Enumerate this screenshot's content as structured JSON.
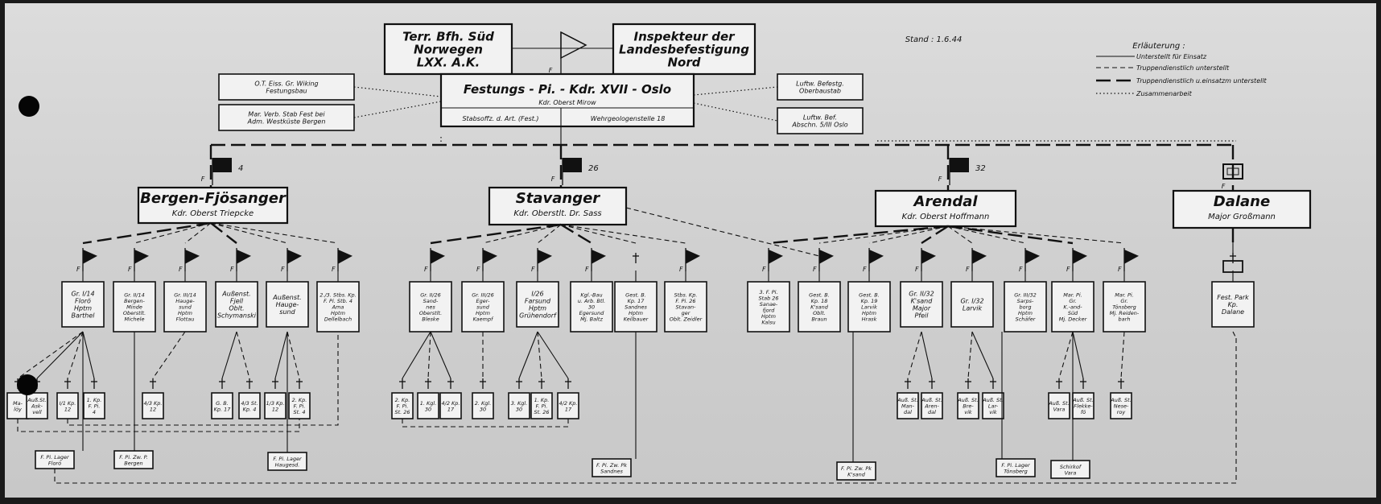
{
  "stand": "Stand : 1.6.44",
  "legend": {
    "title": "Erläuterung :",
    "items": [
      "Unterstellt für Einsatz",
      "Truppendienstlich unterstellt",
      "Truppendienstlich u.einsatzm unterstellt",
      "Zusammenarbeit"
    ]
  },
  "top": {
    "left": [
      "Terr. Bfh. Süd",
      "Norwegen",
      "LXX. A.K."
    ],
    "right": [
      "Inspekteur der",
      "Landesbefestigung",
      "Nord"
    ],
    "f": "F",
    "main": [
      "Festungs - Pi. - Kdr. XVII - Oslo",
      "Kdr. Oberst Mirow"
    ],
    "stabs": "Stabsoffz. d. Art. (Fest.)",
    "wehr": "Wehrgeologenstelle 18",
    "side_left": [
      [
        "O.T. Eiss. Gr. Wiking",
        "Festungsbau"
      ],
      [
        "Mar. Verb. Stab Fest bei",
        "Adm. Westküste Bergen"
      ]
    ],
    "side_right": [
      [
        "Luftw. Befestg.",
        "Oberbaustab"
      ],
      [
        "Luftw. Bef.",
        "Abschn. 5/III Oslo"
      ]
    ]
  },
  "sectors": [
    {
      "name": "Bergen-Fjösanger",
      "cmd": "Kdr. Oberst Triepcke",
      "num": "4",
      "f": "F"
    },
    {
      "name": "Stavanger",
      "cmd": "Kdr. Oberstlt. Dr. Sass",
      "num": "26",
      "f": "F"
    },
    {
      "name": "Arendal",
      "cmd": "Kdr. Oberst Hoffmann",
      "num": "32",
      "f": "F"
    },
    {
      "name": "Dalane",
      "cmd": "Major Großmann",
      "num": "",
      "f": "F"
    }
  ],
  "units": [
    [
      "Gr. I/14",
      "Florö",
      "Hptm",
      "Barthel"
    ],
    [
      "Gr. II/14",
      "Bergen-",
      "Minde",
      "Oberstlt.",
      "Michele"
    ],
    [
      "Gr. III/14",
      "Hauge-",
      "sund",
      "Hptm",
      "Flottau"
    ],
    [
      "Außenst.",
      "Fjell",
      "Oblt.",
      "Schymanski"
    ],
    [
      "Außenst.",
      "Hauge-",
      "sund"
    ],
    [
      "2./3. Stbs. Kp.",
      "F. Pi. Stb. 4",
      "Ama",
      "Hptm",
      "Dellelbach"
    ],
    [
      "Gr. II/26",
      "Sand-",
      "nes",
      "Oberstlt.",
      "Bleske"
    ],
    [
      "Gr. III/26",
      "Eger-",
      "sund",
      "Hptm",
      "Kaempf"
    ],
    [
      "I/26",
      "Farsund",
      "Hptm",
      "Grühendorf"
    ],
    [
      "Kgl.-Bau",
      "u. Arb. Btl.",
      "30",
      "Egersund",
      "Mj. Baltz"
    ],
    [
      "Gest. B.",
      "Kp. 17",
      "Sandnes",
      "Hptm",
      "Keilbauer"
    ],
    [
      "Stbs. Kp.",
      "F. Pi. 26",
      "Stavan-",
      "ger",
      "Oblt. Zeidler"
    ],
    [
      "3. F. Pi.",
      "Stab 26",
      "Sanae-",
      "fjord",
      "Hptm",
      "Kalsu"
    ],
    [
      "Gest. B.",
      "Kp. 18",
      "K'sand",
      "Oblt.",
      "Braun"
    ],
    [
      "Gest. B.",
      "Kp. 19",
      "Larvik",
      "Hptm",
      "Hrask"
    ],
    [
      "Gr. II/32",
      "K'sand",
      "Major",
      "Pfeil"
    ],
    [
      "Gr. I/32",
      "Larvik"
    ],
    [
      "Gr. III/32",
      "Sarps-",
      "borg",
      "Hptm",
      "Schäfer"
    ],
    [
      "Mar. Pi.",
      "Gr.",
      "K.-and-",
      "Süd",
      "Mj. Decker"
    ],
    [
      "Mar. Pi.",
      "Gr.",
      "Tönsberg",
      "Mj. Reiden-",
      "barh"
    ],
    [
      "Fest. Park",
      "Kp.",
      "Dalane"
    ]
  ],
  "subs": [
    [
      "Ma-",
      "löy"
    ],
    [
      "Auß.St.",
      "Ask-",
      "vell"
    ],
    [
      "I/1 Kp.",
      "12"
    ],
    [
      "1. Kp.",
      "F. Pi.",
      "4"
    ],
    [
      "4/3 Kp.",
      "12"
    ],
    [
      "G. B.",
      "Kp. 17"
    ],
    [
      "4/3 St.",
      "Kp. 4"
    ],
    [
      "1/3 Kp.",
      "12"
    ],
    [
      "2. Kp.",
      "F. Pi.",
      "St. 4"
    ],
    [
      "2. Kp.",
      "F. Pi.",
      "St. 26"
    ],
    [
      "1. Kgl.",
      "30"
    ],
    [
      "4/2 Kp.",
      "17"
    ],
    [
      "2. Kgl.",
      "30"
    ],
    [
      "3. Kgl.",
      "30"
    ],
    [
      "1. Kp.",
      "F. Pi.",
      "St. 26"
    ],
    [
      "4/2 Kp.",
      "17"
    ],
    [
      "Auß. St.",
      "Man-",
      "dal"
    ],
    [
      "Auß. St.",
      "Aren-",
      "dal"
    ],
    [
      "Auß. St.",
      "Bre-",
      "vik"
    ],
    [
      "Auß. St.",
      "Lar-",
      "vik"
    ],
    [
      "Auß. St.",
      "Vara"
    ],
    [
      "Auß. St.",
      "Flekke-",
      "fö"
    ],
    [
      "Auß. St.",
      "Nese-",
      "roy"
    ]
  ],
  "lager": [
    [
      "F. Pi. Lager",
      "Florö"
    ],
    [
      "F. Pi. Zw. P.",
      "Bergen"
    ],
    [
      "F. Pi. Lager",
      "Haugesd."
    ],
    [
      "F. Pi. Zw. Pk",
      "Sandnes"
    ],
    [
      "F. Pi. Zw. Pk",
      "K'sand"
    ],
    [
      "F. Pi. Lager",
      "Tönsberg"
    ],
    [
      "Schirkof",
      "Vara"
    ]
  ]
}
